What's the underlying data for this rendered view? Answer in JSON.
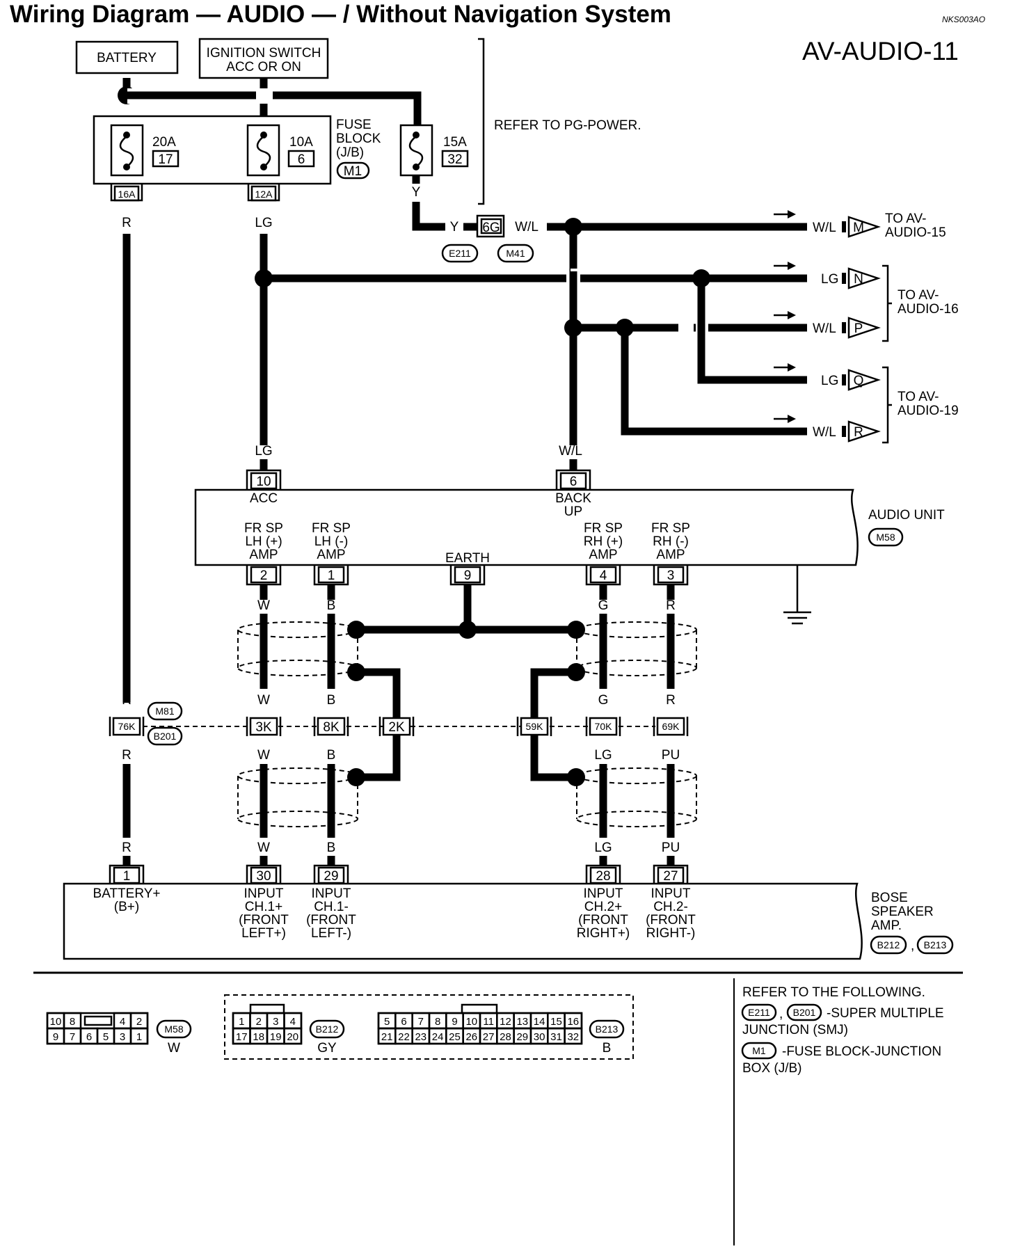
{
  "header": {
    "title": "Wiring Diagram — AUDIO — / Without Navigation System",
    "code": "NKS003AO",
    "page": "AV-AUDIO-11"
  },
  "power": {
    "battery": "BATTERY",
    "ignition_line1": "IGNITION SWITCH",
    "ignition_line2": "ACC OR ON",
    "refer": "REFER TO PG-POWER.",
    "fuse_block_line1": "FUSE",
    "fuse_block_line2": "BLOCK",
    "fuse_block_line3": "(J/B)",
    "fuse_block_conn": "M1",
    "fuses": [
      {
        "amp": "20A",
        "num": "17",
        "terminal": "16A",
        "wire": "R"
      },
      {
        "amp": "10A",
        "num": "6",
        "terminal": "12A",
        "wire": "LG"
      },
      {
        "amp": "15A",
        "num": "32",
        "wire": "Y"
      }
    ],
    "joint": {
      "terminal": "6G",
      "wire_in": "Y",
      "wire_out": "W/L",
      "conn_left": "E211",
      "conn_right": "M41"
    }
  },
  "outputs": [
    {
      "wire": "W/L",
      "letter": "M"
    },
    {
      "wire": "LG",
      "letter": "N"
    },
    {
      "wire": "W/L",
      "letter": "P"
    },
    {
      "wire": "LG",
      "letter": "Q"
    },
    {
      "wire": "W/L",
      "letter": "R"
    }
  ],
  "out_refs": {
    "r15_l1": "TO AV-",
    "r15_l2": "AUDIO-15",
    "r16_l1": "TO AV-",
    "r16_l2": "AUDIO-16",
    "r19_l1": "TO AV-",
    "r19_l2": "AUDIO-19"
  },
  "audio_unit": {
    "name": "AUDIO UNIT",
    "conn": "M58",
    "top": [
      {
        "wire": "LG",
        "pin": "10",
        "label": "ACC"
      },
      {
        "wire": "W/L",
        "pin": "6",
        "label1": "BACK",
        "label2": "UP"
      }
    ],
    "bottom": [
      {
        "l1": "FR SP",
        "l2": "LH (+)",
        "l3": "AMP",
        "pin": "2",
        "wire": "W"
      },
      {
        "l1": "FR SP",
        "l2": "LH (-)",
        "l3": "AMP",
        "pin": "1",
        "wire": "B"
      },
      {
        "l1": "EARTH",
        "pin": "9"
      },
      {
        "l1": "FR SP",
        "l2": "RH (+)",
        "l3": "AMP",
        "pin": "4",
        "wire": "G"
      },
      {
        "l1": "FR SP",
        "l2": "RH (-)",
        "l3": "AMP",
        "pin": "3",
        "wire": "R"
      }
    ]
  },
  "smj": {
    "conn_top": "M81",
    "conn_bottom": "B201",
    "terminals": [
      {
        "name": "76K",
        "above": "R",
        "below": "R"
      },
      {
        "name": "3K",
        "above": "W",
        "below": "W"
      },
      {
        "name": "8K",
        "above": "B",
        "below": "B"
      },
      {
        "name": "2K"
      },
      {
        "name": "59K"
      },
      {
        "name": "70K",
        "above": "G",
        "below": "LG"
      },
      {
        "name": "69K",
        "above": "R",
        "below": "PU"
      }
    ]
  },
  "amp": {
    "name_l1": "BOSE",
    "name_l2": "SPEAKER",
    "name_l3": "AMP.",
    "conn1": "B212",
    "conn_sep": ",",
    "conn2": "B213",
    "pins": [
      {
        "wire": "R",
        "pin": "1",
        "l1": "BATTERY+",
        "l2": "(B+)"
      },
      {
        "wire": "W",
        "pin": "30",
        "l1": "INPUT",
        "l2": "CH.1+",
        "l3": "(FRONT",
        "l4": "LEFT+)"
      },
      {
        "wire": "B",
        "pin": "29",
        "l1": "INPUT",
        "l2": "CH.1-",
        "l3": "(FRONT",
        "l4": "LEFT-)"
      },
      {
        "wire": "LG",
        "pin": "28",
        "l1": "INPUT",
        "l2": "CH.2+",
        "l3": "(FRONT",
        "l4": "RIGHT+)"
      },
      {
        "wire": "PU",
        "pin": "27",
        "l1": "INPUT",
        "l2": "CH.2-",
        "l3": "(FRONT",
        "l4": "RIGHT-)"
      }
    ]
  },
  "connectors": {
    "m58": {
      "name": "M58",
      "color": "W",
      "row1": [
        "10",
        "8",
        "",
        "4",
        "2"
      ],
      "row2": [
        "9",
        "7",
        "6",
        "5",
        "3",
        "1"
      ]
    },
    "b212": {
      "name": "B212",
      "color": "GY",
      "row1": [
        "1",
        "2",
        "3",
        "4"
      ],
      "row2": [
        "17",
        "18",
        "19",
        "20"
      ]
    },
    "b213": {
      "name": "B213",
      "color": "B",
      "row1": [
        "5",
        "6",
        "7",
        "8",
        "9",
        "10",
        "11",
        "12",
        "13",
        "14",
        "15",
        "16"
      ],
      "row2": [
        "21",
        "22",
        "23",
        "24",
        "25",
        "26",
        "27",
        "28",
        "29",
        "30",
        "31",
        "32"
      ]
    }
  },
  "refer_box": {
    "title": "REFER TO THE FOLLOWING.",
    "smj_c1": "E211",
    "smj_c2": "B201",
    "smj_text1": "-SUPER MULTIPLE",
    "smj_text2": "JUNCTION (SMJ)",
    "jb_conn": "M1",
    "jb_text1": "-FUSE BLOCK-JUNCTION",
    "jb_text2": "BOX (J/B)"
  }
}
